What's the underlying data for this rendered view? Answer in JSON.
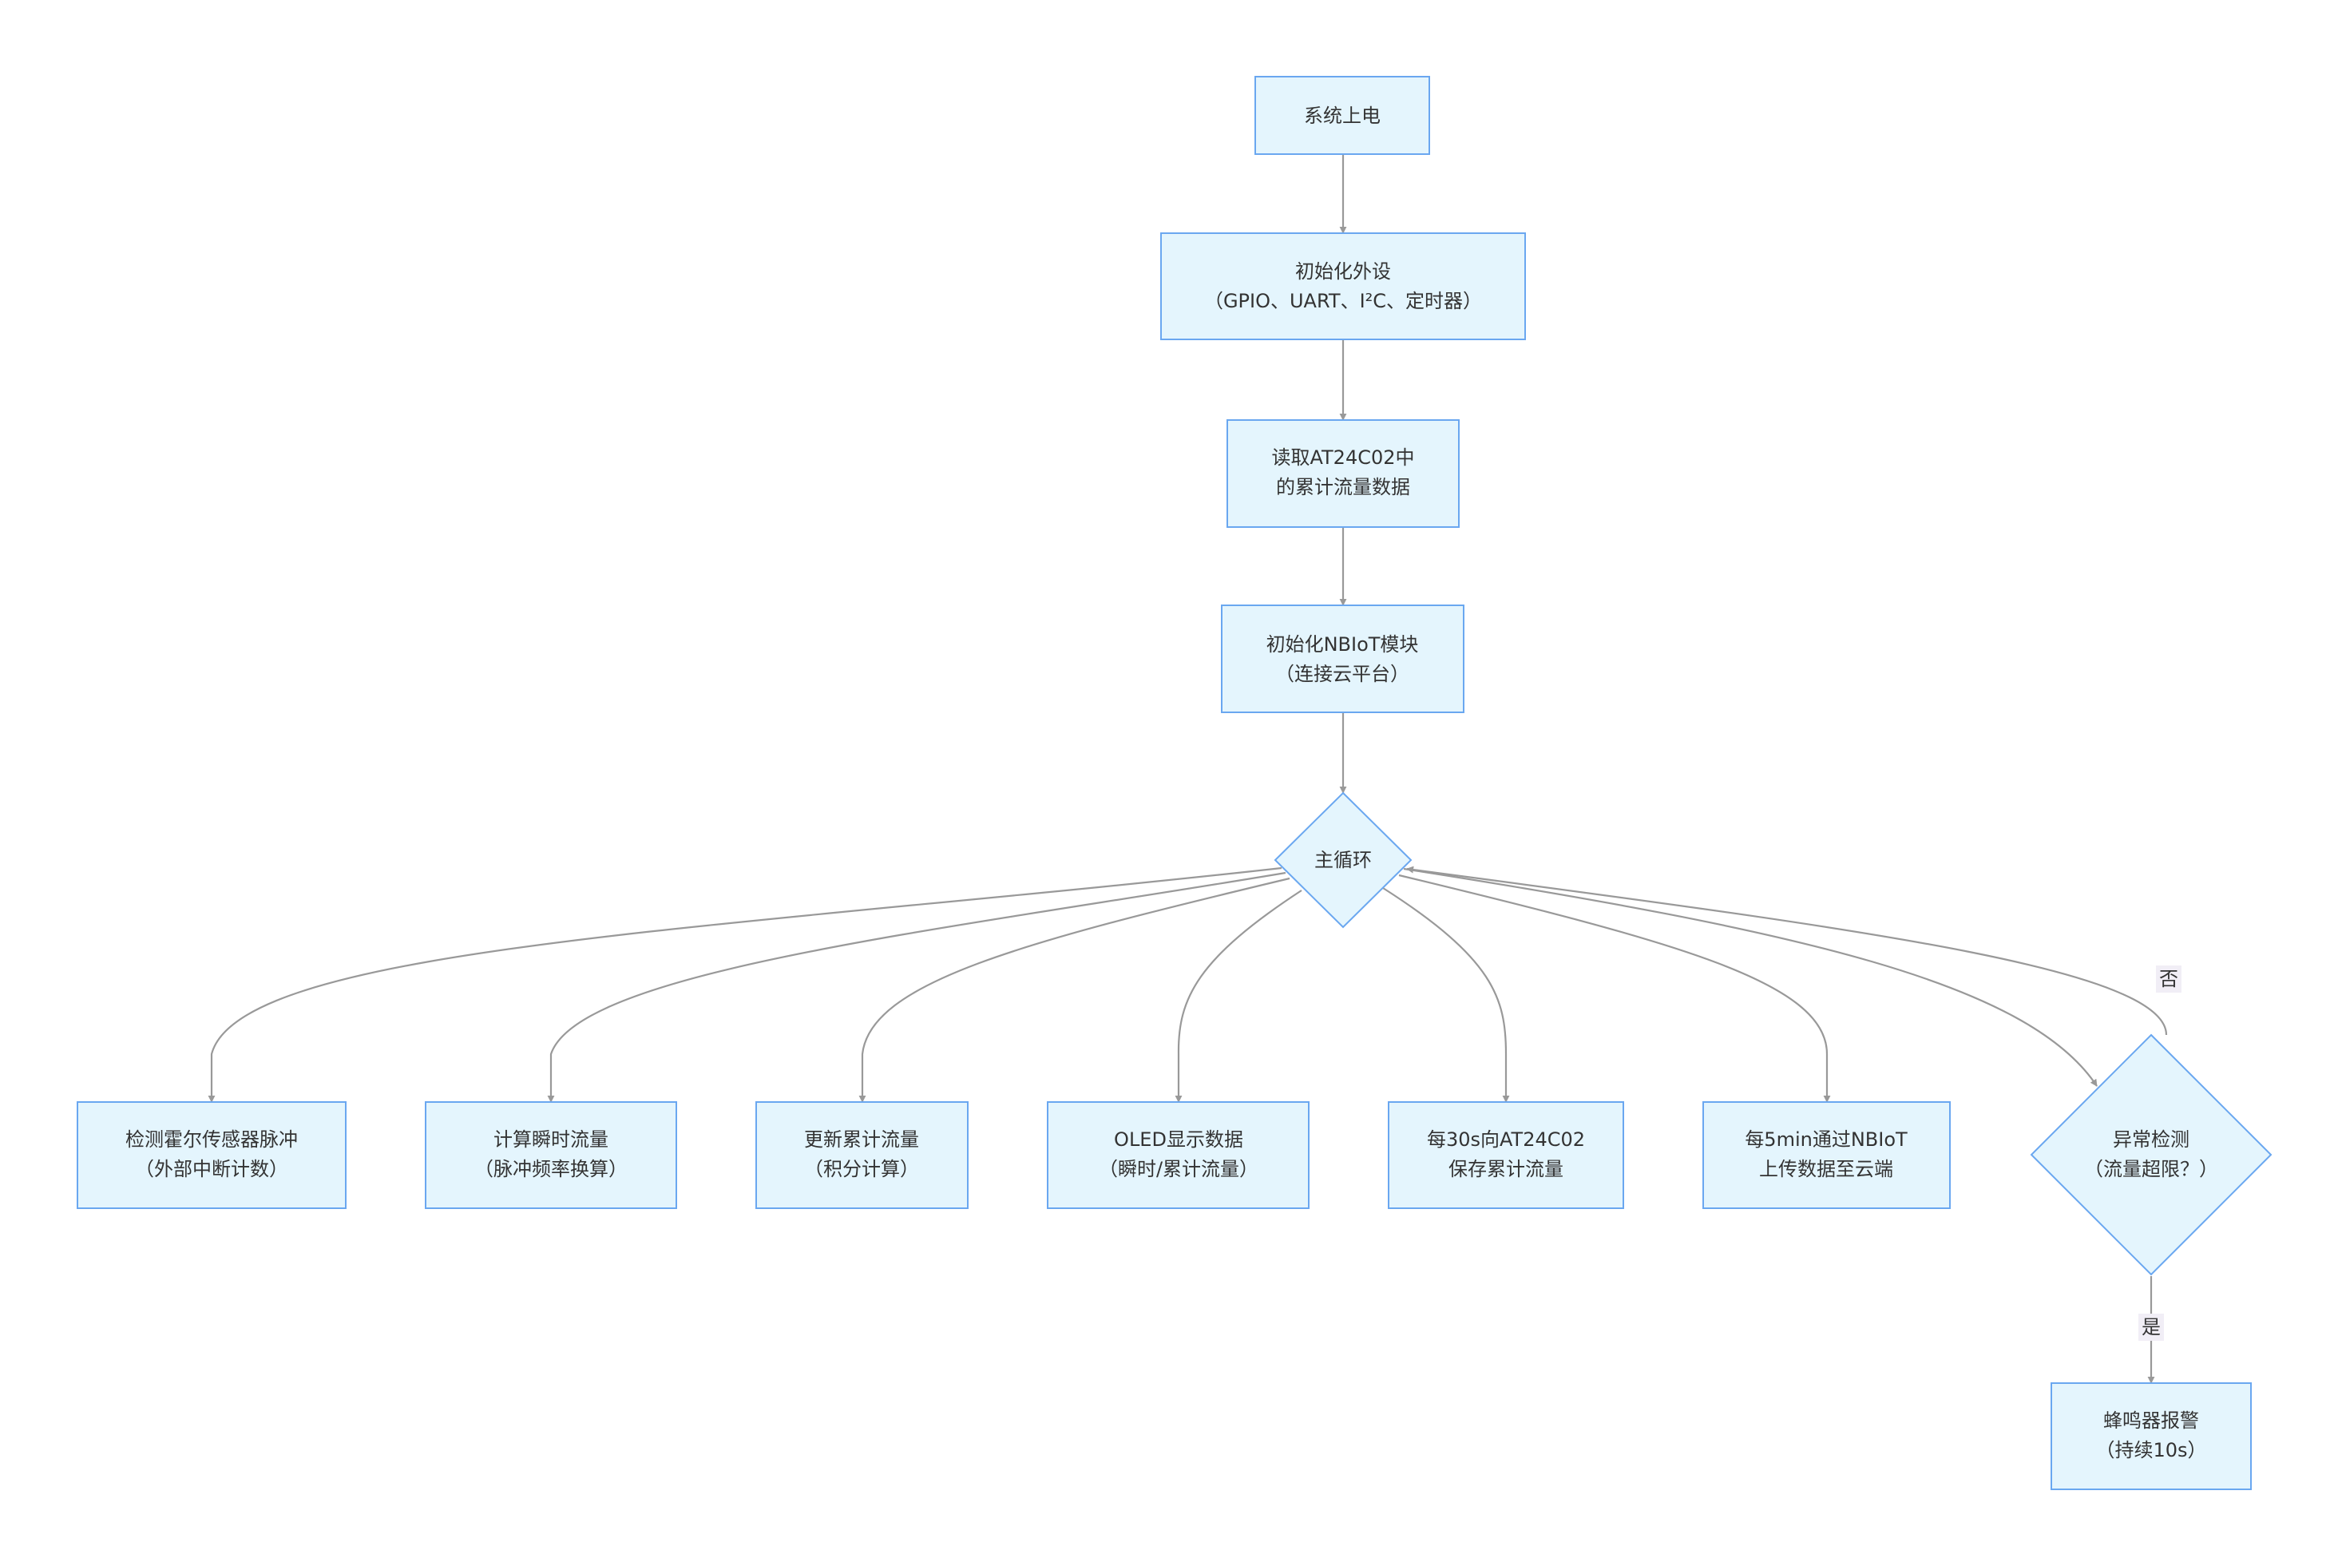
{
  "nodes": {
    "power_on": {
      "lines": [
        "系统上电"
      ]
    },
    "init_peripherals": {
      "lines": [
        "初始化外设",
        "（GPIO、UART、I²C、定时器）"
      ]
    },
    "read_eeprom": {
      "lines": [
        "读取AT24C02中",
        "的累计流量数据"
      ]
    },
    "init_nbiot": {
      "lines": [
        "初始化NBIoT模块",
        "（连接云平台）"
      ]
    },
    "main_loop": {
      "lines": [
        "主循环"
      ]
    },
    "detect_pulse": {
      "lines": [
        "检测霍尔传感器脉冲",
        "（外部中断计数）"
      ]
    },
    "calc_instant": {
      "lines": [
        "计算瞬时流量",
        "（脉冲频率换算）"
      ]
    },
    "update_total": {
      "lines": [
        "更新累计流量",
        "（积分计算）"
      ]
    },
    "oled_display": {
      "lines": [
        "OLED显示数据",
        "（瞬时/累计流量）"
      ]
    },
    "save_eeprom": {
      "lines": [
        "每30s向AT24C02",
        "保存累计流量"
      ]
    },
    "upload_cloud": {
      "lines": [
        "每5min通过NBIoT",
        "上传数据至云端"
      ]
    },
    "anomaly_check": {
      "lines": [
        "异常检测",
        "（流量超限？）"
      ]
    },
    "buzzer_alarm": {
      "lines": [
        "蜂鸣器报警",
        "（持续10s）"
      ]
    }
  },
  "edge_labels": {
    "no": "否",
    "yes": "是"
  },
  "colors": {
    "node_fill": "#e4f5fd",
    "node_stroke": "#6aa7f0",
    "edge": "#999999",
    "text": "#333333"
  }
}
